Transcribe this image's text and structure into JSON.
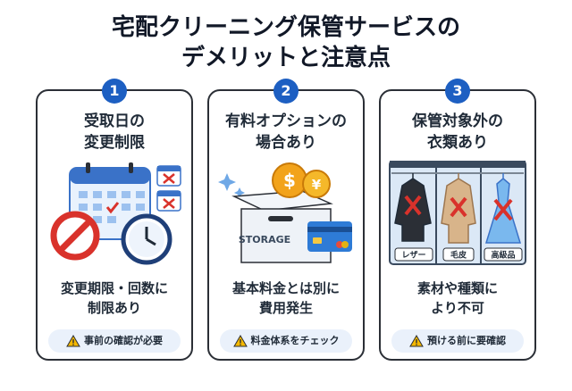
{
  "title": {
    "line1": "宅配クリーニング保管サービスの",
    "line2": "デメリットと注意点"
  },
  "cards": [
    {
      "number": "1",
      "title": [
        "受取日の",
        "変更制限"
      ],
      "desc": [
        "変更期限・回数に",
        "制限あり"
      ],
      "note": "事前の確認が必要"
    },
    {
      "number": "2",
      "title": [
        "有料オプションの",
        "場合あり"
      ],
      "desc": [
        "基本料金とは別に",
        "費用発生"
      ],
      "note": "料金体系をチェック",
      "box_label": "STORAGE",
      "coin_labels": [
        "$",
        "¥"
      ]
    },
    {
      "number": "3",
      "title": [
        "保管対象外の",
        "衣類あり"
      ],
      "desc": [
        "素材や種類に",
        "より不可"
      ],
      "note": "預ける前に要確認",
      "item_tags": [
        "レザー",
        "毛皮",
        "高級品"
      ]
    }
  ],
  "colors": {
    "accent": "#1d5fc2",
    "warning": "#f5b800",
    "prohibit": "#d9322b",
    "note_bg": "#eaf1fb"
  }
}
